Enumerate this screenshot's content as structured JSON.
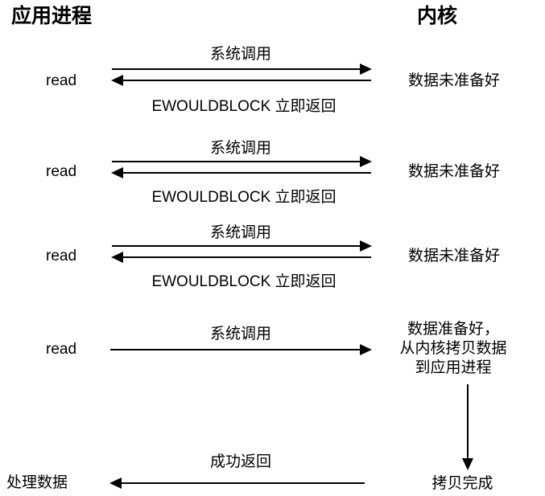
{
  "diagram": {
    "title_app": "应用进程",
    "title_kernel": "内核",
    "call_label": "系统调用",
    "ewouldblock_label": "EWOULDBLOCK 立即返回",
    "success_label": "成功返回",
    "read_label": "read",
    "process_data_label": "处理数据",
    "not_ready_label": "数据未准备好",
    "copy_done_label": "拷贝完成",
    "ready_line1": "数据准备好，",
    "ready_line2": "从内核拷贝数据",
    "ready_line3": "到应用进程",
    "line_color": "#000000",
    "background_color": "#ffffff"
  },
  "rounds": [
    {
      "index": 1,
      "caller": "read",
      "request_label": "系统调用",
      "response_label": "EWOULDBLOCK 立即返回",
      "kernel_state": "数据未准备好"
    },
    {
      "index": 2,
      "caller": "read",
      "request_label": "系统调用",
      "response_label": "EWOULDBLOCK 立即返回",
      "kernel_state": "数据未准备好"
    },
    {
      "index": 3,
      "caller": "read",
      "request_label": "系统调用",
      "response_label": "EWOULDBLOCK 立即返回",
      "kernel_state": "数据未准备好"
    },
    {
      "index": 4,
      "caller": "read",
      "request_label": "系统调用",
      "response_label": "成功返回",
      "kernel_state": "数据准备好，从内核拷贝数据到应用进程",
      "kernel_done": "拷贝完成",
      "caller_result": "处理数据"
    }
  ]
}
